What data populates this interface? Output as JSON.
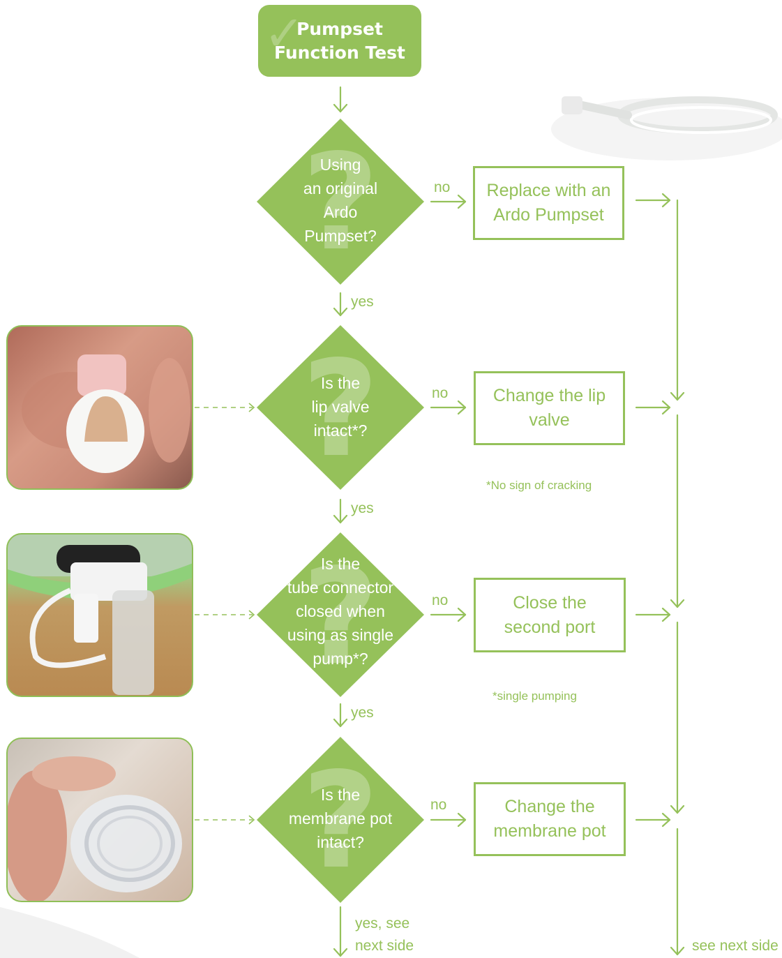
{
  "title": {
    "line1": "Pumpset",
    "line2": "Function Test"
  },
  "decisions": [
    {
      "lines": [
        "Using",
        "an original",
        "Ardo",
        "Pumpset?"
      ]
    },
    {
      "lines": [
        "Is the",
        "lip valve",
        "intact*?"
      ]
    },
    {
      "lines": [
        "Is the",
        "tube connector",
        "closed when",
        "using as single",
        "pump*?"
      ]
    },
    {
      "lines": [
        "Is the",
        "membrane pot",
        "intact?"
      ]
    }
  ],
  "actions": [
    {
      "lines": [
        "Replace with an",
        "Ardo Pumpset"
      ]
    },
    {
      "lines": [
        "Change the lip",
        "valve"
      ]
    },
    {
      "lines": [
        "Close the",
        "second port"
      ]
    },
    {
      "lines": [
        "Change the",
        "membrane pot"
      ]
    }
  ],
  "labels": {
    "no": "no",
    "yes": "yes",
    "yes_final_1": "yes, see",
    "yes_final_2": "next side",
    "see_next_side": "see next side"
  },
  "notes": {
    "lip_valve": "*No sign of cracking",
    "single": "*single pumping"
  },
  "photos": [
    "lip-valve-photo",
    "tube-connector-photo",
    "membrane-pot-photo"
  ],
  "colors": {
    "accent": "#95c15a",
    "text_on_accent": "#ffffff"
  }
}
